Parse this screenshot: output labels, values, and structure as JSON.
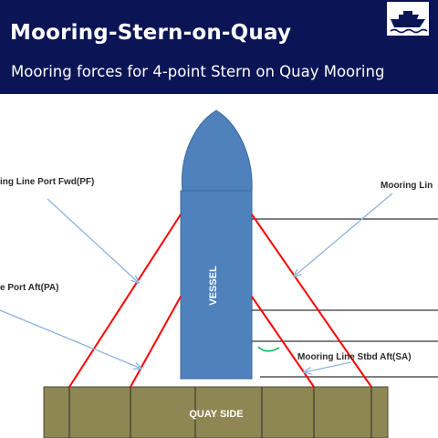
{
  "header": {
    "title": "Mooring-Stern-on-Quay",
    "subtitle": "Mooring forces for 4-point Stern on Quay Mooring",
    "logo_icon": "ship-icon"
  },
  "diagram": {
    "vessel_label": "VESSEL",
    "quay_label": "QUAY SIDE",
    "labels": {
      "port_fwd": "ing Line Port Fwd(PF)",
      "port_aft": "e Port Aft(PA)",
      "stbd_fwd": "Mooring Lin",
      "stbd_aft": "Mooring Line Stbd Aft(SA)"
    }
  },
  "colors": {
    "header_bg": "#0b1556",
    "vessel": "#4f81bd",
    "mooring_line": "#ff0000",
    "quay": "#8f8753",
    "arrow": "#8db3e2",
    "angle": "#00b050"
  }
}
